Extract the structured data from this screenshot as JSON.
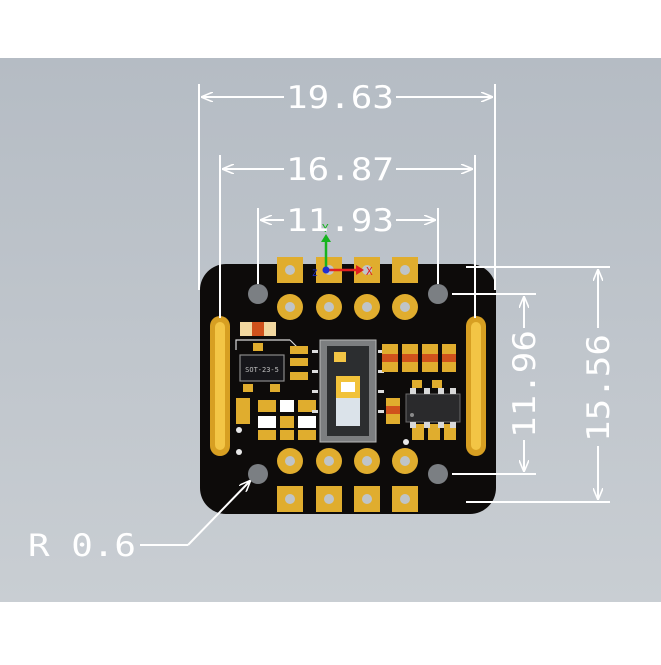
{
  "dimensions": {
    "overall_width": "19.63",
    "slot_width": "16.87",
    "hole_spacing_x": "11.93",
    "hole_spacing_y": "11.96",
    "overall_height": "15.56",
    "hole_radius": "R 0.6"
  },
  "board": {
    "chip_label": "SOT-23-5"
  },
  "axes": {
    "y_label": "Y",
    "x_label": "X",
    "z_label": "Z"
  },
  "colors": {
    "background_top": "#b7bec6",
    "background_bottom": "#c7ccd2",
    "board": "#0d0b0a",
    "gold": "#e0ad2e",
    "dimension_line": "#ffffff",
    "axis_x": "#e02020",
    "axis_y": "#16b41e",
    "axis_z": "#2030d0"
  }
}
